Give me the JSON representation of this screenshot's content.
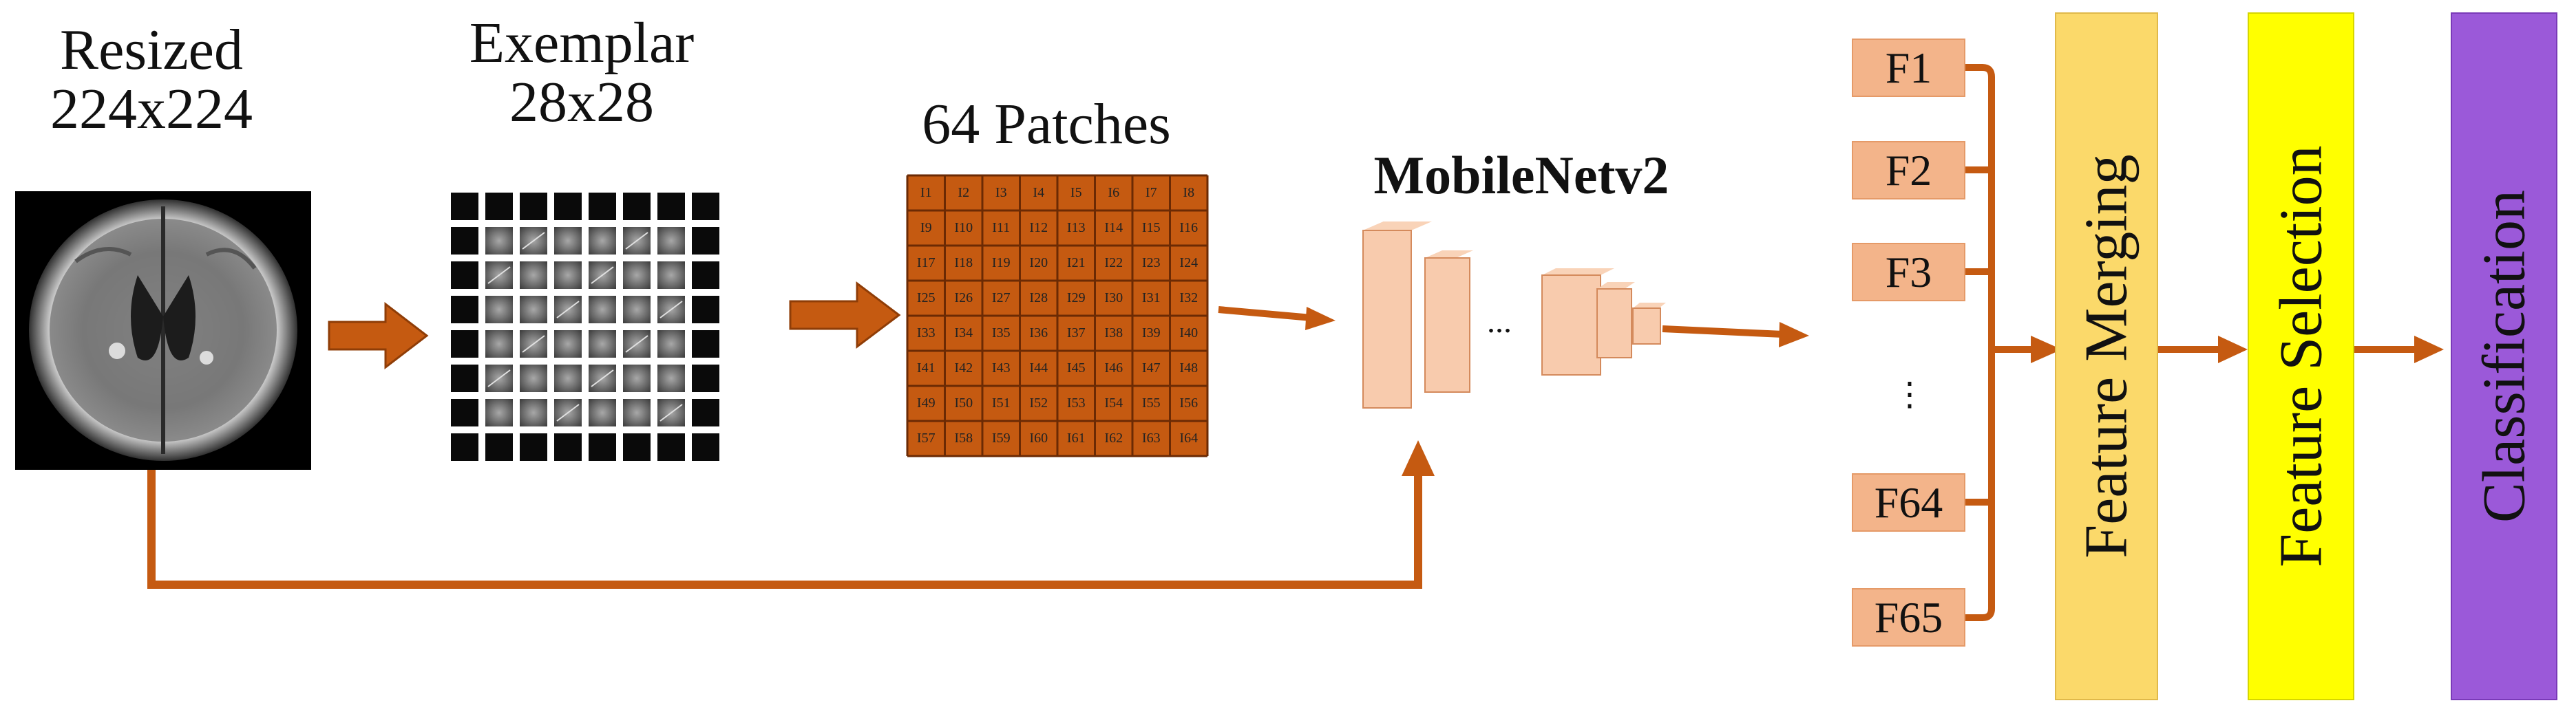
{
  "stages": {
    "resized": {
      "title_line1": "Resized",
      "title_line2": "224x224"
    },
    "exemplar": {
      "title_line1": "Exemplar",
      "title_line2": "28x28"
    },
    "patches": {
      "title": "64 Patches",
      "cells": [
        "I1",
        "I2",
        "I3",
        "I4",
        "I5",
        "I6",
        "I7",
        "I8",
        "I9",
        "I10",
        "I11",
        "I12",
        "I13",
        "I14",
        "I15",
        "I16",
        "I17",
        "I18",
        "I19",
        "I20",
        "I21",
        "I22",
        "I23",
        "I24",
        "I25",
        "I26",
        "I27",
        "I28",
        "I29",
        "I30",
        "I31",
        "I32",
        "I33",
        "I34",
        "I35",
        "I36",
        "I37",
        "I38",
        "I39",
        "I40",
        "I41",
        "I42",
        "I43",
        "I44",
        "I45",
        "I46",
        "I47",
        "I48",
        "I49",
        "I50",
        "I51",
        "I52",
        "I53",
        "I54",
        "I55",
        "I56",
        "I57",
        "I58",
        "I59",
        "I60",
        "I61",
        "I62",
        "I63",
        "I64"
      ]
    },
    "network": {
      "title": "MobileNetv2",
      "ellipsis": "..."
    }
  },
  "features": {
    "items": [
      "F1",
      "F2",
      "F3",
      "F64",
      "F65"
    ],
    "ellipsis": "⋮"
  },
  "blocks": {
    "merging": {
      "label": "Feature Merging",
      "color": "#fbd96a"
    },
    "selection": {
      "label": "Feature Selection",
      "color": "#ffff00"
    },
    "classification": {
      "label": "Classification",
      "color": "#9b59d9"
    }
  },
  "colors": {
    "arrow": "#c55a11",
    "patch": "#c55a11",
    "box": "#f8cbad"
  }
}
